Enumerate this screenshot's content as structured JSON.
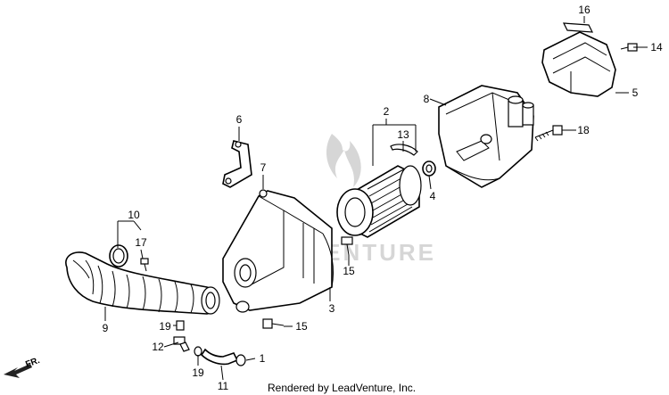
{
  "watermark": {
    "text": "LEADVENTURE"
  },
  "direction_label": "FR.",
  "footer_text": "Rendered by LeadVenture, Inc.",
  "callouts": {
    "c1": "1",
    "c2": "2",
    "c3": "3",
    "c4": "4",
    "c5": "5",
    "c6": "6",
    "c7": "7",
    "c8": "8",
    "c9": "9",
    "c10": "10",
    "c11": "11",
    "c12": "12",
    "c13": "13",
    "c14": "14",
    "c15a": "15",
    "c15b": "15",
    "c16": "16",
    "c17": "17",
    "c18": "18",
    "c19a": "19",
    "c19b": "19"
  }
}
